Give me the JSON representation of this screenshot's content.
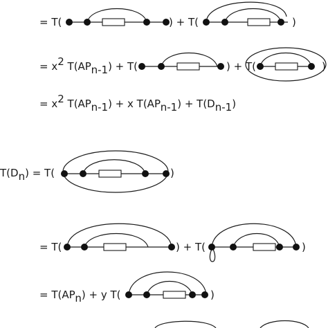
{
  "equations": {
    "line1": {
      "prefix": "= T(",
      "mid": ") + T(",
      "end": ")"
    },
    "line2": {
      "prefix": "= x",
      "sup": "2",
      "t_ap": " T(AP",
      "sub": "n-1",
      "mid1": ") + T(",
      "mid2": ") + T(",
      "end": ")"
    },
    "line3": {
      "prefix": "= x",
      "sup": "2",
      "t_ap": " T(AP",
      "sub1": "n-1",
      "mid": ") + x T(AP",
      "sub2": "n-1",
      "mid2": ") + T(D",
      "sub3": "n-1",
      "end": ")"
    },
    "line4": {
      "lhs": "T(D",
      "lhs_sub": "n",
      "eq": ") = T(",
      "end": ")"
    },
    "line5": {
      "prefix": "= T(",
      "mid": ") + T(",
      "end": ")"
    },
    "line6": {
      "prefix": "= T(AP",
      "sub": "n",
      "mid": ") + y T(",
      "end": ")"
    }
  }
}
